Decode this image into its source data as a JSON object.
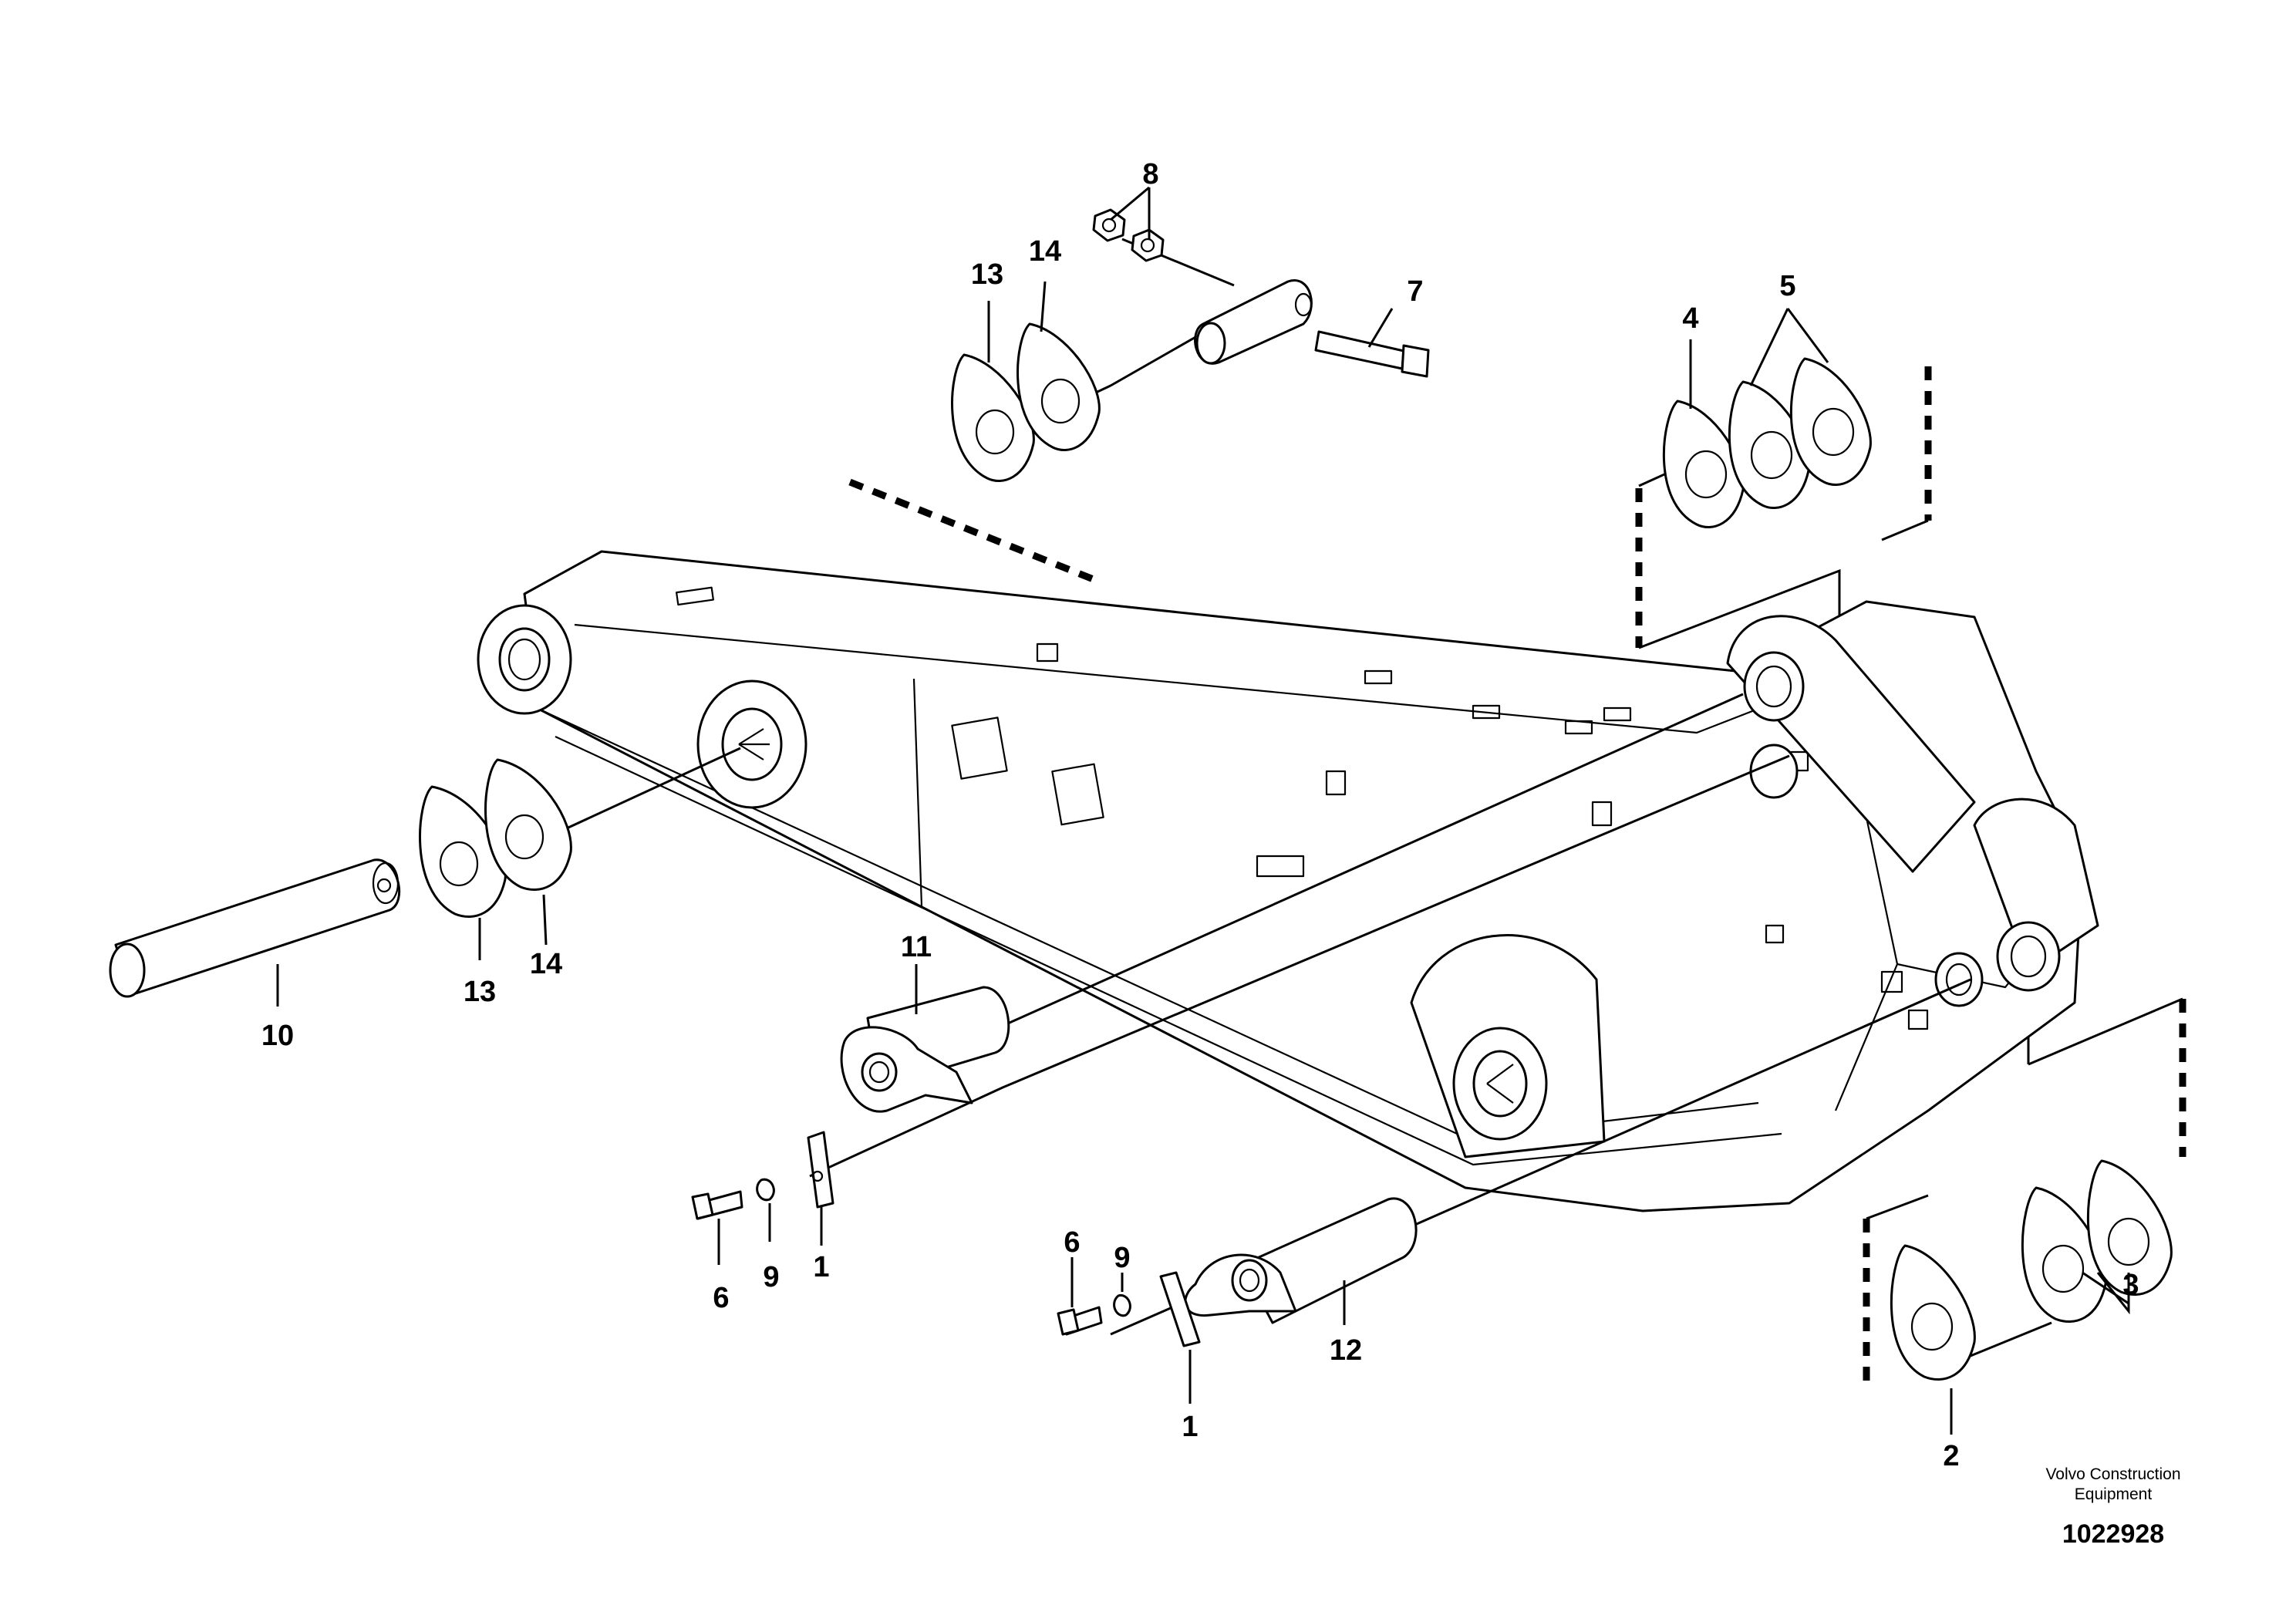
{
  "callouts": {
    "c1a": "1",
    "c1b": "1",
    "c2": "2",
    "c3": "3",
    "c4": "4",
    "c5": "5",
    "c6a": "6",
    "c6b": "6",
    "c7": "7",
    "c8": "8",
    "c9a": "9",
    "c9b": "9",
    "c10": "10",
    "c11": "11",
    "c12": "12",
    "c13a": "13",
    "c13b": "13",
    "c14a": "14",
    "c14b": "14"
  },
  "credit": {
    "line1": "Volvo Construction",
    "line2": "Equipment"
  },
  "doc_number": "1022928"
}
